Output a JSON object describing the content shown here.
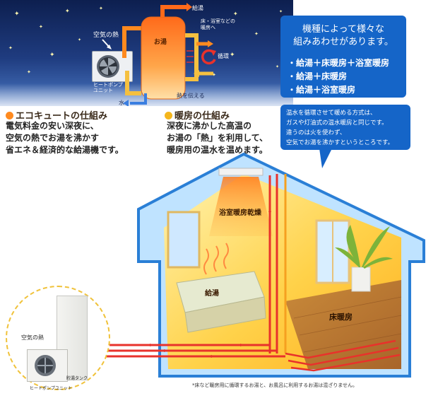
{
  "top_diagram": {
    "label_air_heat": "空気の熱",
    "label_heatpump_unit": "ヒートポンプ\nユニット",
    "label_hot_water_tank": "お湯",
    "label_supply_out": "給湯",
    "label_floor_bath_to": "床・浴室などの\n暖房へ",
    "label_circulation": "循環",
    "label_transfer_heat": "熱を伝える",
    "label_water_in": "水"
  },
  "ecocute": {
    "title": "エコキュートの仕組み",
    "lines": [
      "電気料金の安い深夜に、",
      "空気の熱でお湯を沸かす",
      "省エネ＆経済的な給湯機です。"
    ]
  },
  "heating": {
    "title": "暖房の仕組み",
    "lines": [
      "深夜に沸かした高温の",
      "お湯の「熱」を利用して、",
      "暖房用の温水を温めます。"
    ]
  },
  "combo_box": {
    "title_lines": [
      "機種によって様々な",
      "組みあわせがあります。"
    ],
    "items": [
      "・給湯＋床暖房＋浴室暖房",
      "・給湯＋床暖房",
      "・給湯＋浴室暖房"
    ]
  },
  "info_box": {
    "lines": [
      "温水を循環させて暖める方式は、",
      "ガスや灯油式の温水暖房と同じです。",
      "違うのは火を使わず、",
      "空気でお湯を沸かすというところです。"
    ]
  },
  "house": {
    "label_bath_dryer": "浴室暖房乾燥",
    "label_supply": "給湯",
    "label_floor_heating": "床暖房"
  },
  "unit_circle": {
    "label_air_heat": "空気の熱",
    "label_heatpump_unit": "ヒートポンプユニット",
    "label_storage_tank": "貯湯タンク"
  },
  "footnote": "*床など暖房用に循環するお湯と、お風呂に利用するお湯は混ざりません。",
  "colors": {
    "night_top": "#152a5e",
    "night_bottom": "#3d6cb8",
    "accent_orange": "#ff8a1f",
    "pipe_red": "#e8322b",
    "house_outline": "#2a7fd6",
    "bubble_blue": "#1565c8"
  }
}
